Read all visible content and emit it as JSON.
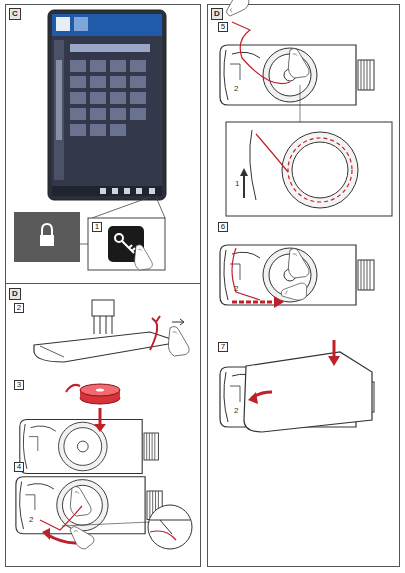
{
  "diagram": {
    "nodes": [
      {
        "text": [
          "C"
        ]
      },
      {
        "text": [
          "1"
        ]
      },
      {
        "text": [
          "D"
        ]
      },
      {
        "text": [
          "2"
        ]
      },
      {
        "text": [
          "3"
        ]
      },
      {
        "text": [
          "4"
        ]
      },
      {
        "text": [
          "D"
        ]
      },
      {
        "text": [
          "5"
        ]
      },
      {
        "text": [
          "6"
        ]
      },
      {
        "text": [
          "7"
        ]
      }
    ],
    "labels": [
      "2",
      "2",
      "1",
      "2",
      "2"
    ]
  }
}
